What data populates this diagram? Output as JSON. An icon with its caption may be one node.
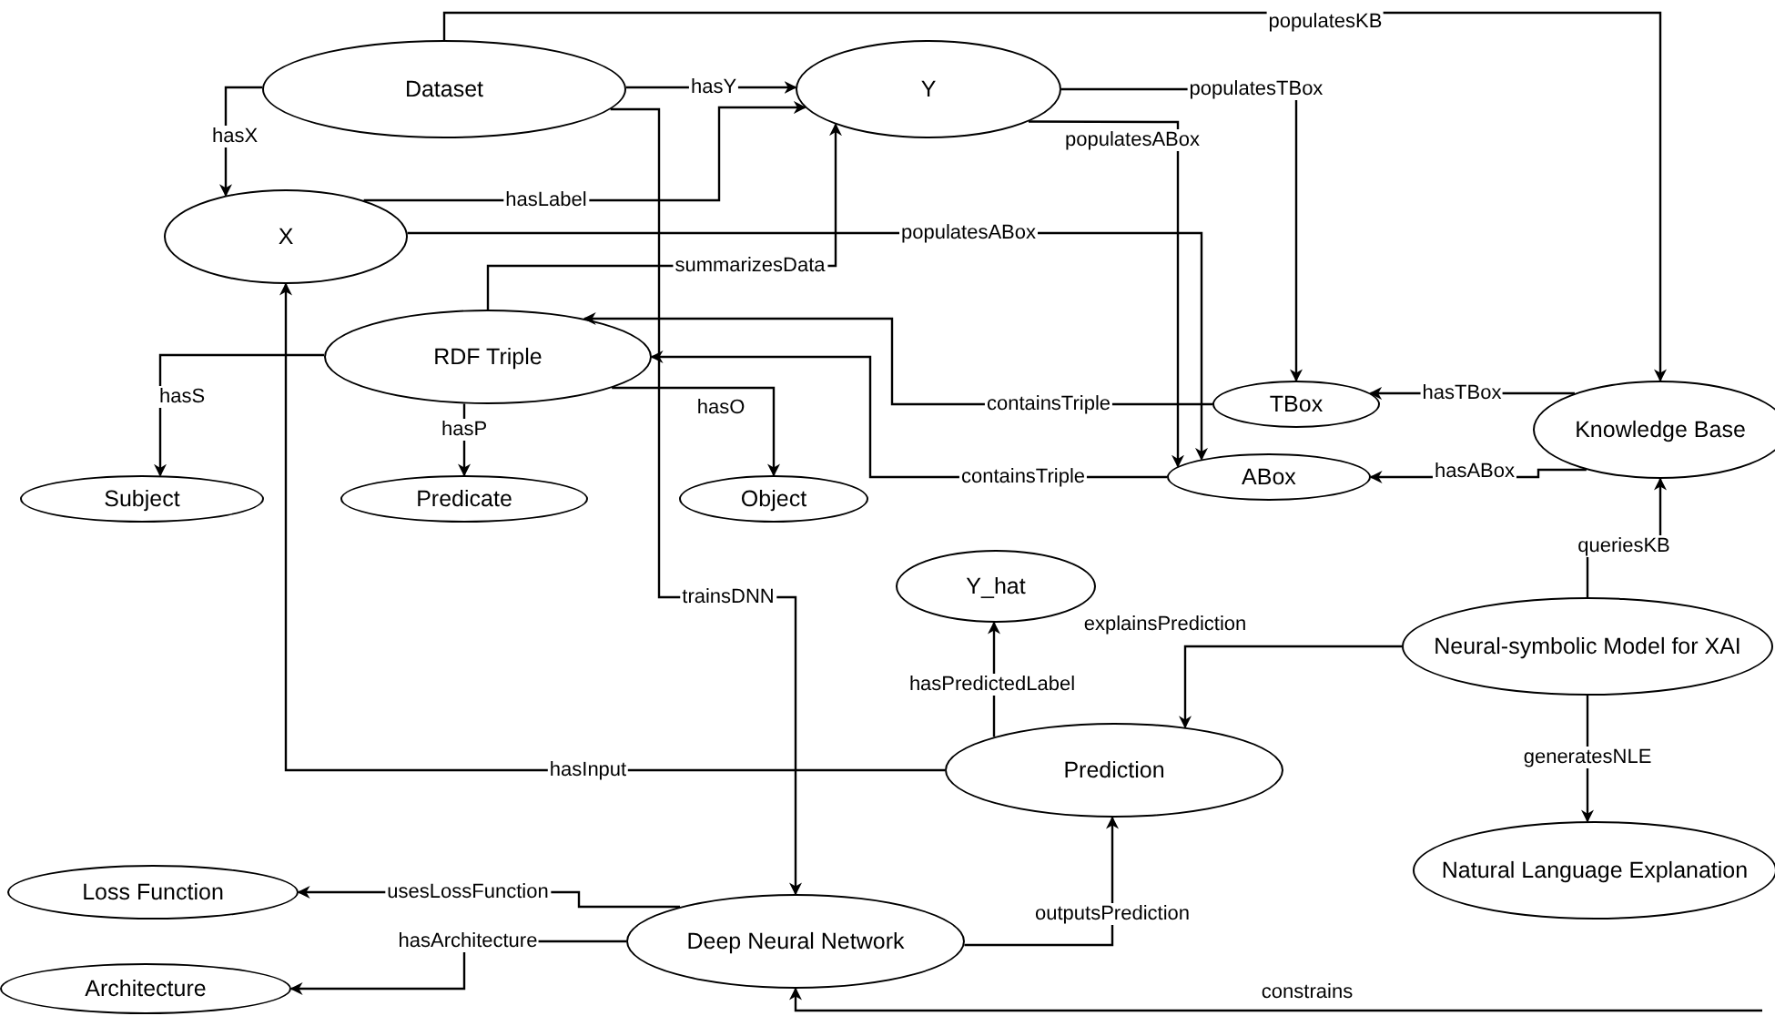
{
  "diagram": {
    "nodes": [
      {
        "text": [
          "Dataset"
        ]
      },
      {
        "text": [
          "Y"
        ]
      },
      {
        "text": [
          "X"
        ]
      },
      {
        "text": [
          "RDF Triple"
        ]
      },
      {
        "text": [
          "Subject"
        ]
      },
      {
        "text": [
          "Predicate"
        ]
      },
      {
        "text": [
          "Object"
        ]
      },
      {
        "text": [
          "TBox"
        ]
      },
      {
        "text": [
          "ABox"
        ]
      },
      {
        "text": [
          "Knowledge Base"
        ]
      },
      {
        "text": [
          "Y_hat"
        ]
      },
      {
        "text": [
          "Prediction"
        ]
      },
      {
        "text": [
          "Neural-symbolic Model for XAI"
        ]
      },
      {
        "text": [
          "Natural Language Explanation"
        ]
      },
      {
        "text": [
          "Loss Function"
        ]
      },
      {
        "text": [
          "Deep Neural Network"
        ]
      },
      {
        "text": [
          "Architecture"
        ]
      }
    ],
    "edges": [
      {
        "from": 0,
        "to": 2,
        "arrow": "to",
        "label": "hasX"
      },
      {
        "from": 0,
        "to": 1,
        "arrow": "to",
        "label": "hasY"
      },
      {
        "from": 2,
        "to": 1,
        "arrow": "to",
        "label": "hasLabel"
      },
      {
        "from": 2,
        "to": 8,
        "arrow": "to",
        "label": "populatesABox"
      },
      {
        "from": 0,
        "to": 9,
        "arrow": "to",
        "label": "populatesKB"
      },
      {
        "from": 1,
        "to": 7,
        "arrow": "to",
        "label": "populatesTBox"
      },
      {
        "from": 1,
        "to": 8,
        "arrow": "to",
        "label": "populatesABox"
      },
      {
        "from": 3,
        "to": 1,
        "arrow": "to",
        "label": "summarizesData"
      },
      {
        "from": 7,
        "to": 3,
        "arrow": "to",
        "label": "containsTriple"
      },
      {
        "from": 8,
        "to": 3,
        "arrow": "to",
        "label": "containsTriple"
      },
      {
        "from": 3,
        "to": 4,
        "arrow": "to",
        "label": "hasS"
      },
      {
        "from": 3,
        "to": 5,
        "arrow": "to",
        "label": "hasP"
      },
      {
        "from": 3,
        "to": 6,
        "arrow": "to",
        "label": "hasO"
      },
      {
        "from": 9,
        "to": 7,
        "arrow": "to",
        "label": "hasTBox"
      },
      {
        "from": 9,
        "to": 8,
        "arrow": "to",
        "label": "hasABox"
      },
      {
        "from": 12,
        "to": 9,
        "arrow": "to",
        "label": "queriesKB"
      },
      {
        "from": 12,
        "to": 11,
        "arrow": "to",
        "label": "explainsPrediction"
      },
      {
        "from": 12,
        "to": 13,
        "arrow": "to",
        "label": "generatesNLE"
      },
      {
        "from": 11,
        "to": 10,
        "arrow": "to",
        "label": "hasPredictedLabel"
      },
      {
        "from": 11,
        "to": 2,
        "arrow": "to",
        "label": "hasInput"
      },
      {
        "from": 0,
        "to": 15,
        "arrow": "to",
        "label": "trainsDNN"
      },
      {
        "from": 15,
        "to": 11,
        "arrow": "to",
        "label": "outputsPrediction"
      },
      {
        "from": 15,
        "to": 14,
        "arrow": "to",
        "label": "usesLossFunction"
      },
      {
        "from": 15,
        "to": 16,
        "arrow": "to",
        "label": "hasArchitecture"
      },
      {
        "from": null,
        "to": 15,
        "arrow": "to",
        "label": "constrains"
      }
    ]
  }
}
